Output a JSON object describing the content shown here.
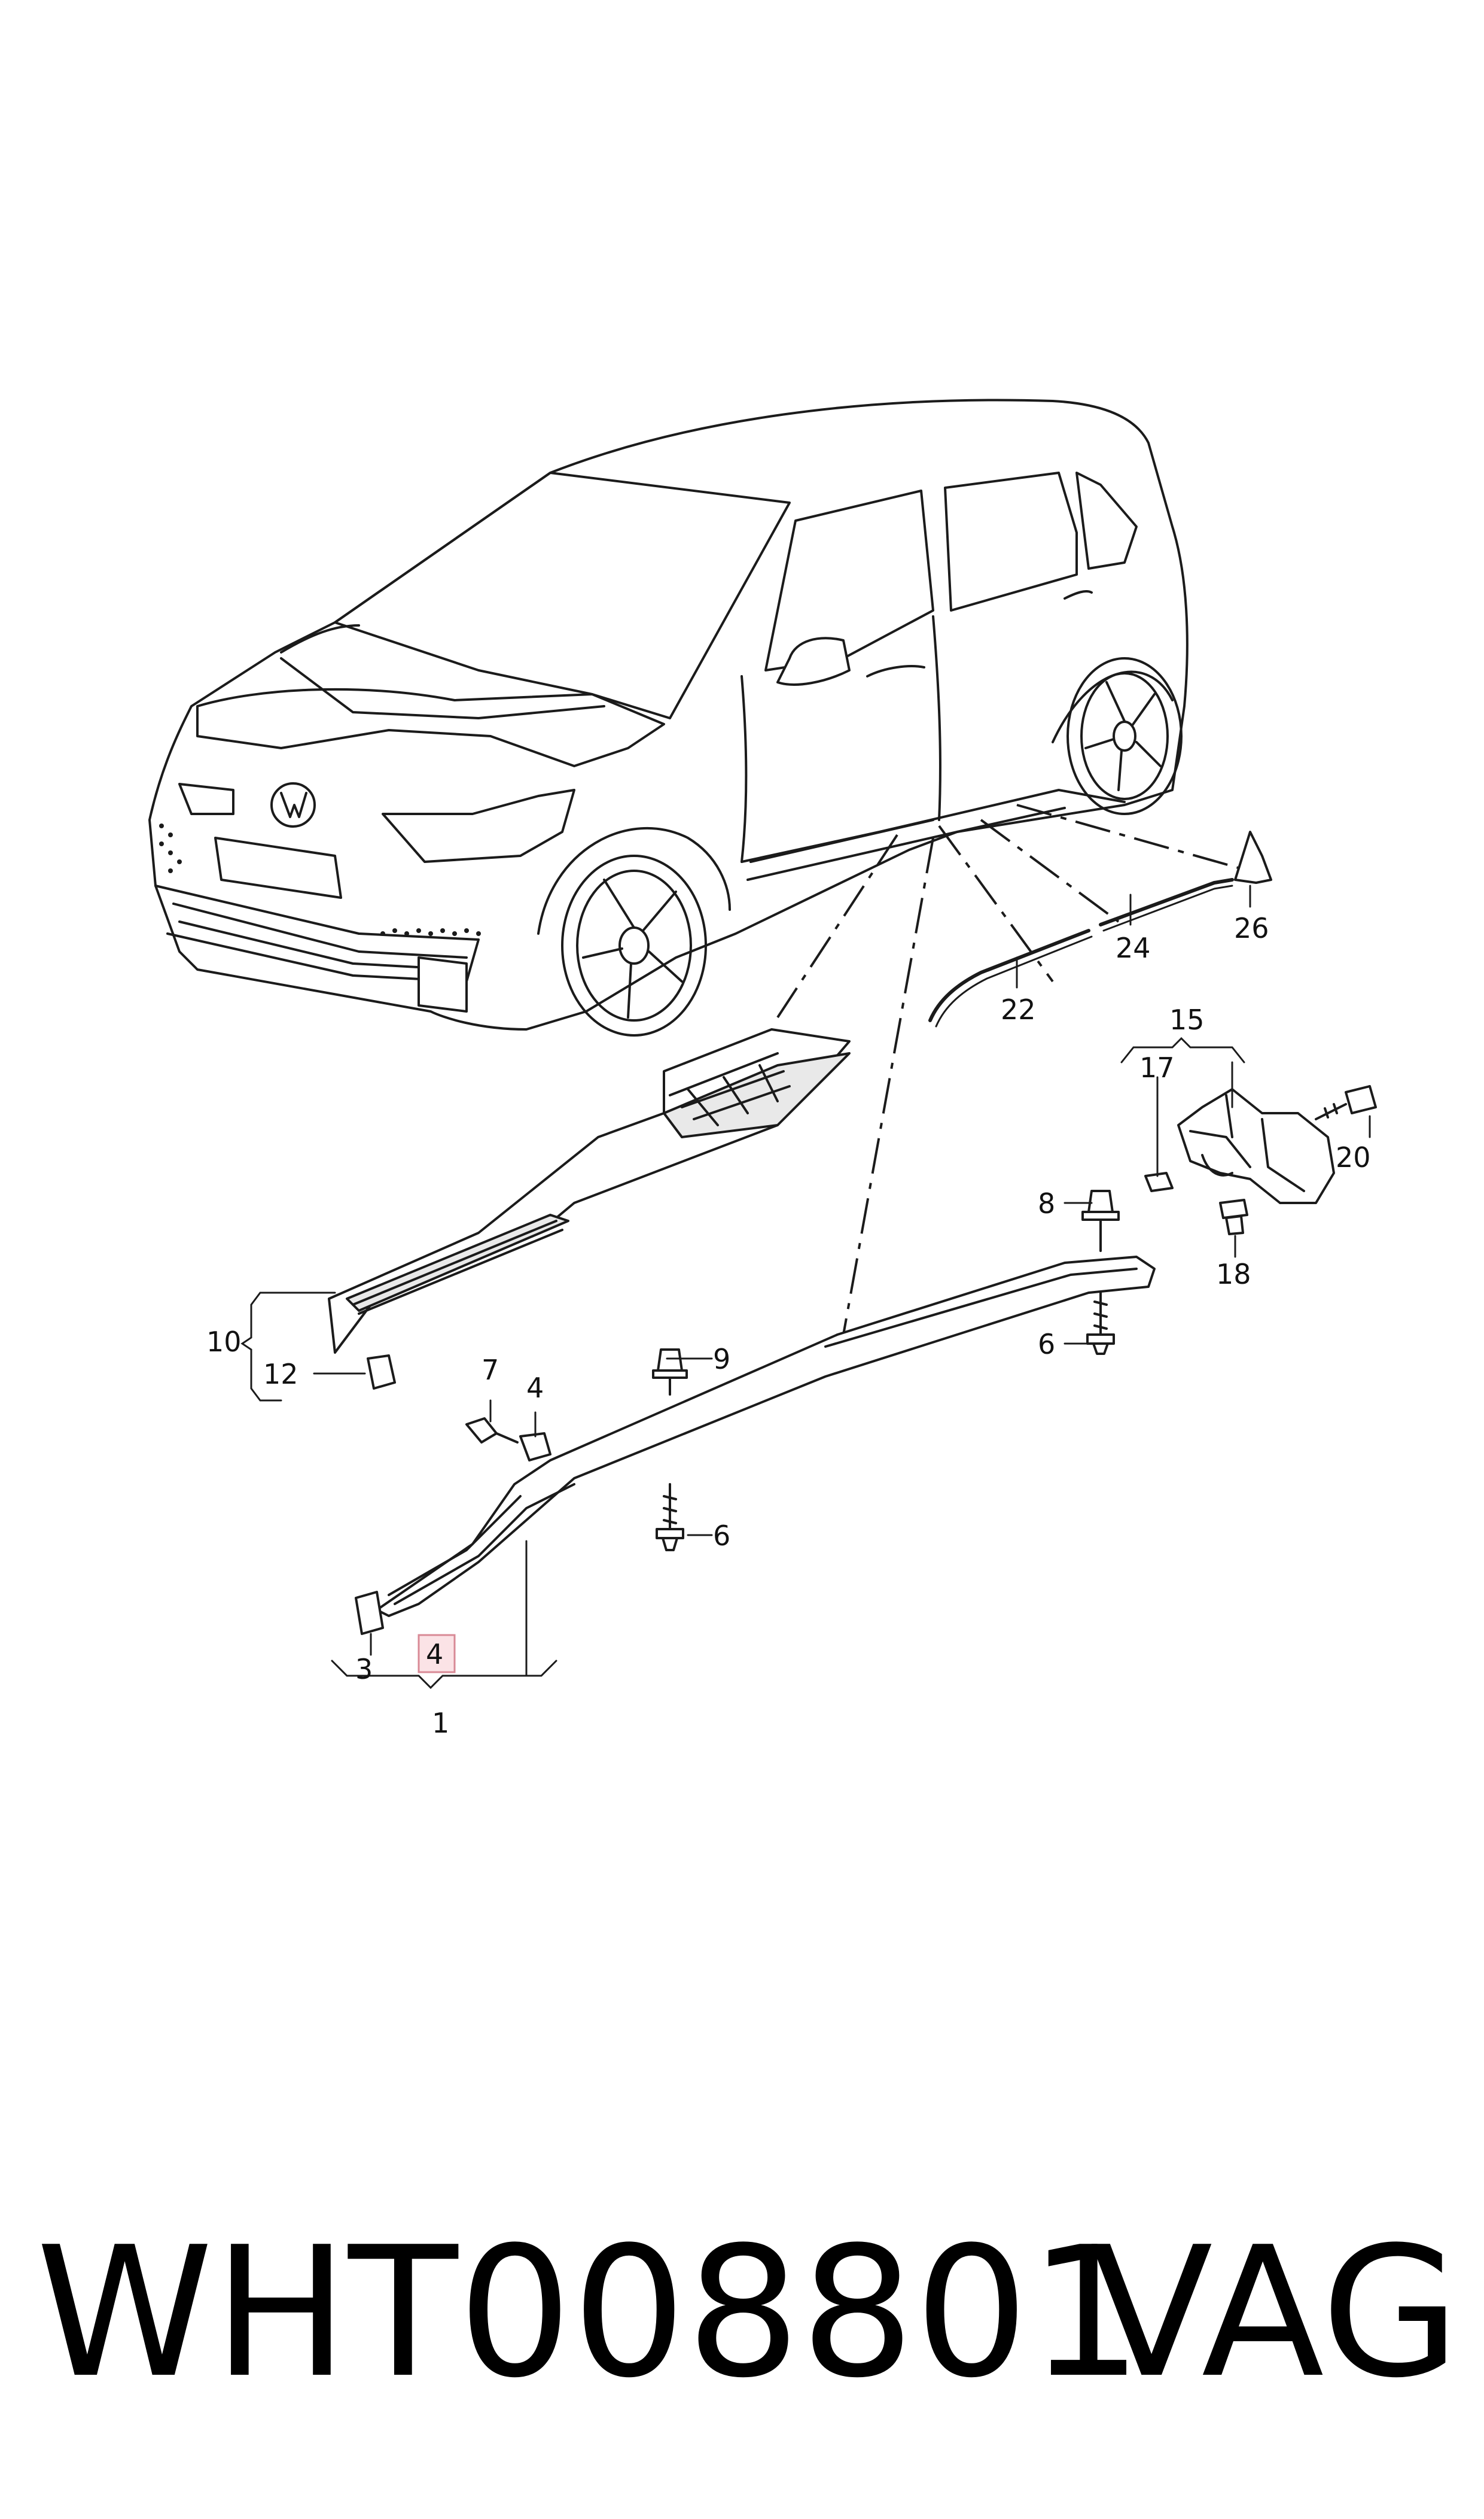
{
  "callouts": {
    "c1": "1",
    "c3": "3",
    "c4a": "4",
    "c4b": "4",
    "c6a": "6",
    "c6b": "6",
    "c7": "7",
    "c8": "8",
    "c9": "9",
    "c10": "10",
    "c12": "12",
    "c15": "15",
    "c17": "17",
    "c18": "18",
    "c20": "20",
    "c22": "22",
    "c24": "24",
    "c26": "26"
  },
  "footer": {
    "part_number": "WHT008801",
    "brand": "VAG"
  },
  "highlight_color": "#fbe3e6"
}
